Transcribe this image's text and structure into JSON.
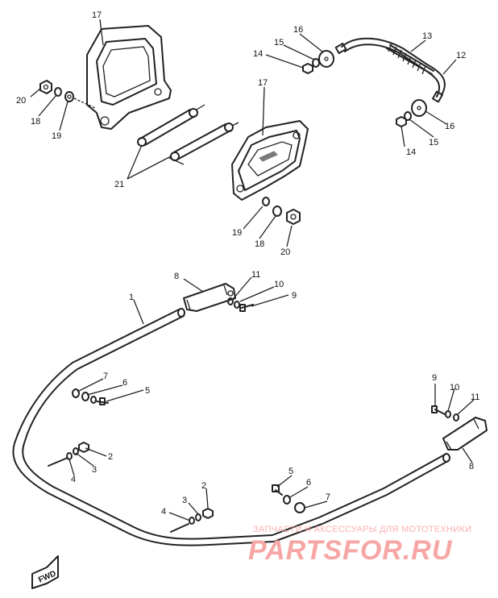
{
  "callouts": [
    {
      "id": "c17a",
      "text": "17"
    },
    {
      "id": "c20a",
      "text": "20"
    },
    {
      "id": "c18a",
      "text": "18"
    },
    {
      "id": "c19a",
      "text": "19"
    },
    {
      "id": "c21",
      "text": "21"
    },
    {
      "id": "c16a",
      "text": "16"
    },
    {
      "id": "c15a",
      "text": "15"
    },
    {
      "id": "c14a",
      "text": "14"
    },
    {
      "id": "c13",
      "text": "13"
    },
    {
      "id": "c12",
      "text": "12"
    },
    {
      "id": "c15b",
      "text": "15"
    },
    {
      "id": "c14b",
      "text": "14"
    },
    {
      "id": "c16b",
      "text": "16"
    },
    {
      "id": "c17b",
      "text": "17"
    },
    {
      "id": "c19b",
      "text": "19"
    },
    {
      "id": "c18b",
      "text": "18"
    },
    {
      "id": "c20b",
      "text": "20"
    },
    {
      "id": "c8a",
      "text": "8"
    },
    {
      "id": "c11a",
      "text": "11"
    },
    {
      "id": "c10a",
      "text": "10"
    },
    {
      "id": "c9a",
      "text": "9"
    },
    {
      "id": "c1",
      "text": "1"
    },
    {
      "id": "c7a",
      "text": "7"
    },
    {
      "id": "c6a",
      "text": "6"
    },
    {
      "id": "c5a",
      "text": "5"
    },
    {
      "id": "c2a",
      "text": "2"
    },
    {
      "id": "c3a",
      "text": "3"
    },
    {
      "id": "c4a",
      "text": "4"
    },
    {
      "id": "c9b",
      "text": "9"
    },
    {
      "id": "c10b",
      "text": "10"
    },
    {
      "id": "c11b",
      "text": "11"
    },
    {
      "id": "c8b",
      "text": "8"
    },
    {
      "id": "c5b",
      "text": "5"
    },
    {
      "id": "c6b",
      "text": "6"
    },
    {
      "id": "c7b",
      "text": "7"
    },
    {
      "id": "c2b",
      "text": "2"
    },
    {
      "id": "c3b",
      "text": "3"
    },
    {
      "id": "c4b",
      "text": "4"
    }
  ],
  "fwd_label": "FWD",
  "watermark": {
    "tagline": "ЗАПЧАСТИ И АКСЕССУАРЫ ДЛЯ МОТОТЕХНИКИ",
    "brand": "PARTSFOR.RU"
  }
}
